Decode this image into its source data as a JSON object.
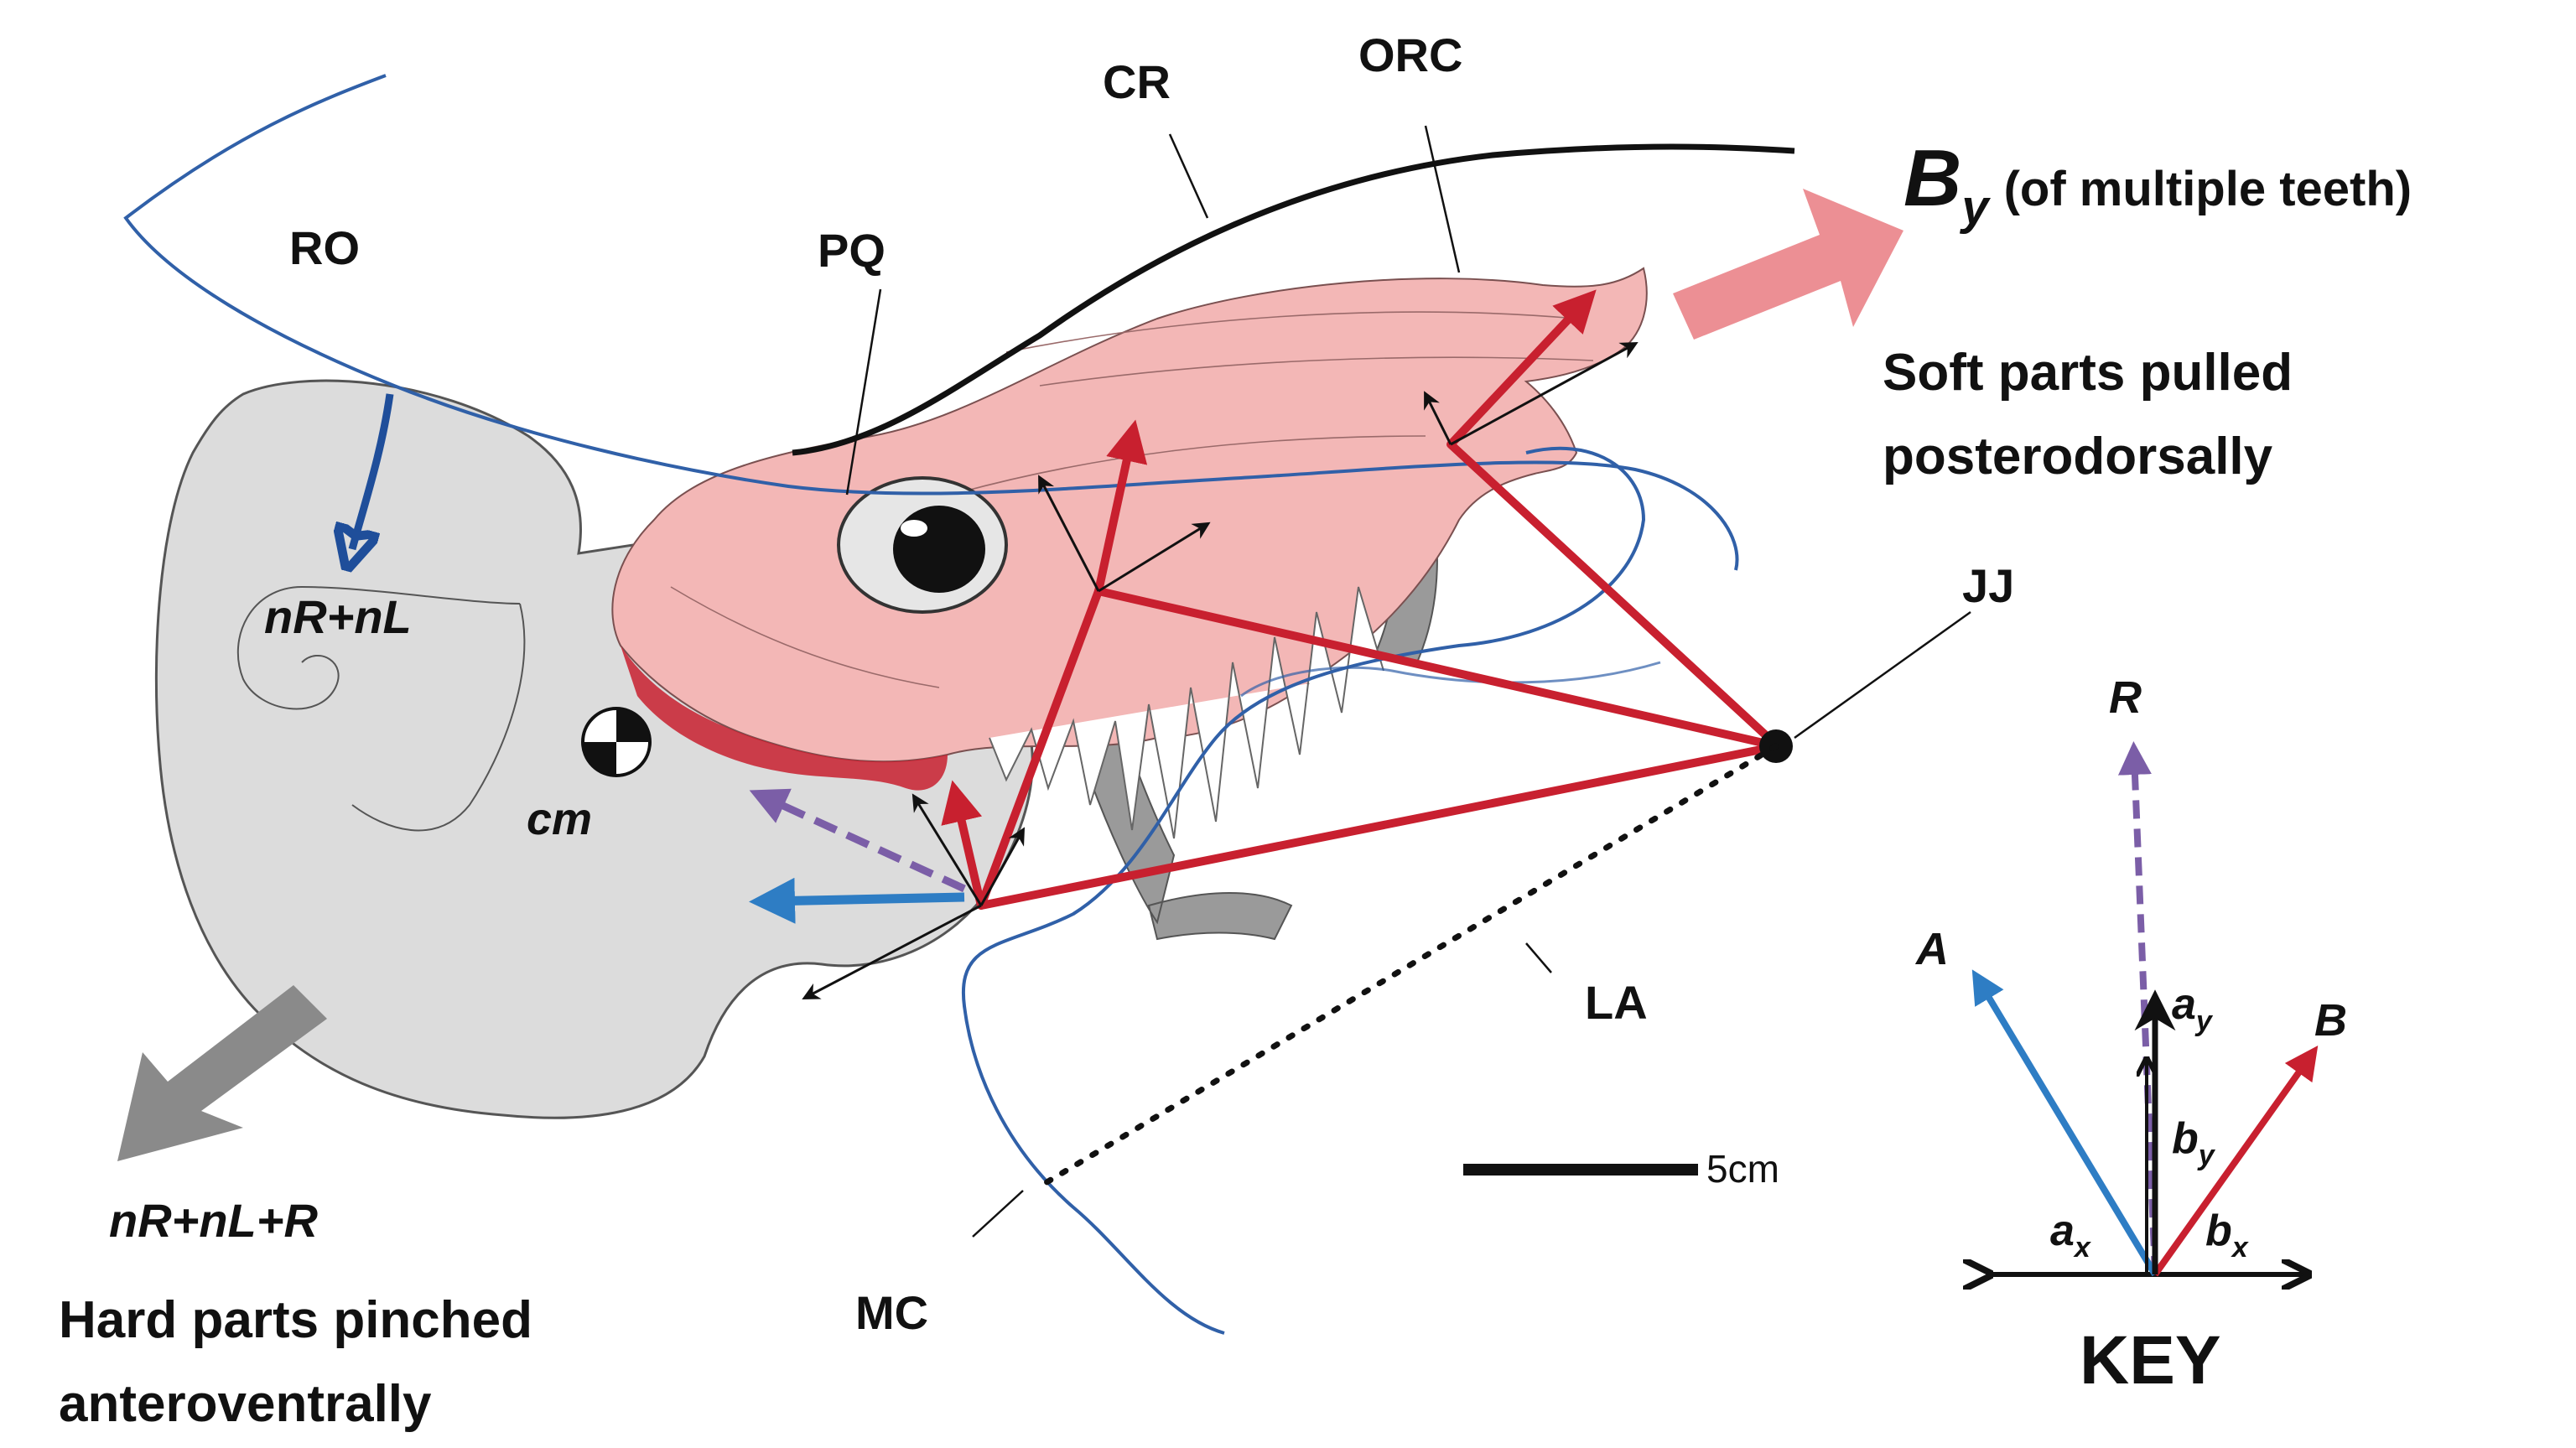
{
  "labels": {
    "ro": "RO",
    "pq": "PQ",
    "cr": "CR",
    "orc": "ORC",
    "jj": "JJ",
    "la": "LA",
    "mc": "MC",
    "cm": "cm",
    "nr_nl": "nR+nL",
    "nr_nl_r": "nR+nL+R",
    "scale": "5cm"
  },
  "callouts": {
    "by_main": "B",
    "by_sub": "y",
    "by_note": "(of multiple teeth)",
    "soft_line1": "Soft parts pulled",
    "soft_line2": "posterodorsally",
    "hard_line1": "Hard parts pinched",
    "hard_line2": "anteroventrally"
  },
  "key": {
    "title": "KEY",
    "r": "R",
    "a": "A",
    "b": "B",
    "ay_main": "a",
    "ay_sub": "y",
    "by_main": "b",
    "by_sub": "y",
    "ax_main": "a",
    "ax_sub": "x",
    "bx_main": "b",
    "bx_sub": "x"
  },
  "colors": {
    "red": "#c8202f",
    "blue": "#2e7dc4",
    "purple": "#7b5ea7",
    "dark_blue": "#1f4e9a",
    "outline_blue": "#3060a8",
    "gray": "#8a8a8a",
    "light_gray": "#dcdcdc",
    "pink": "#f0a8a8",
    "pink_arrow": "#ec8f94"
  }
}
